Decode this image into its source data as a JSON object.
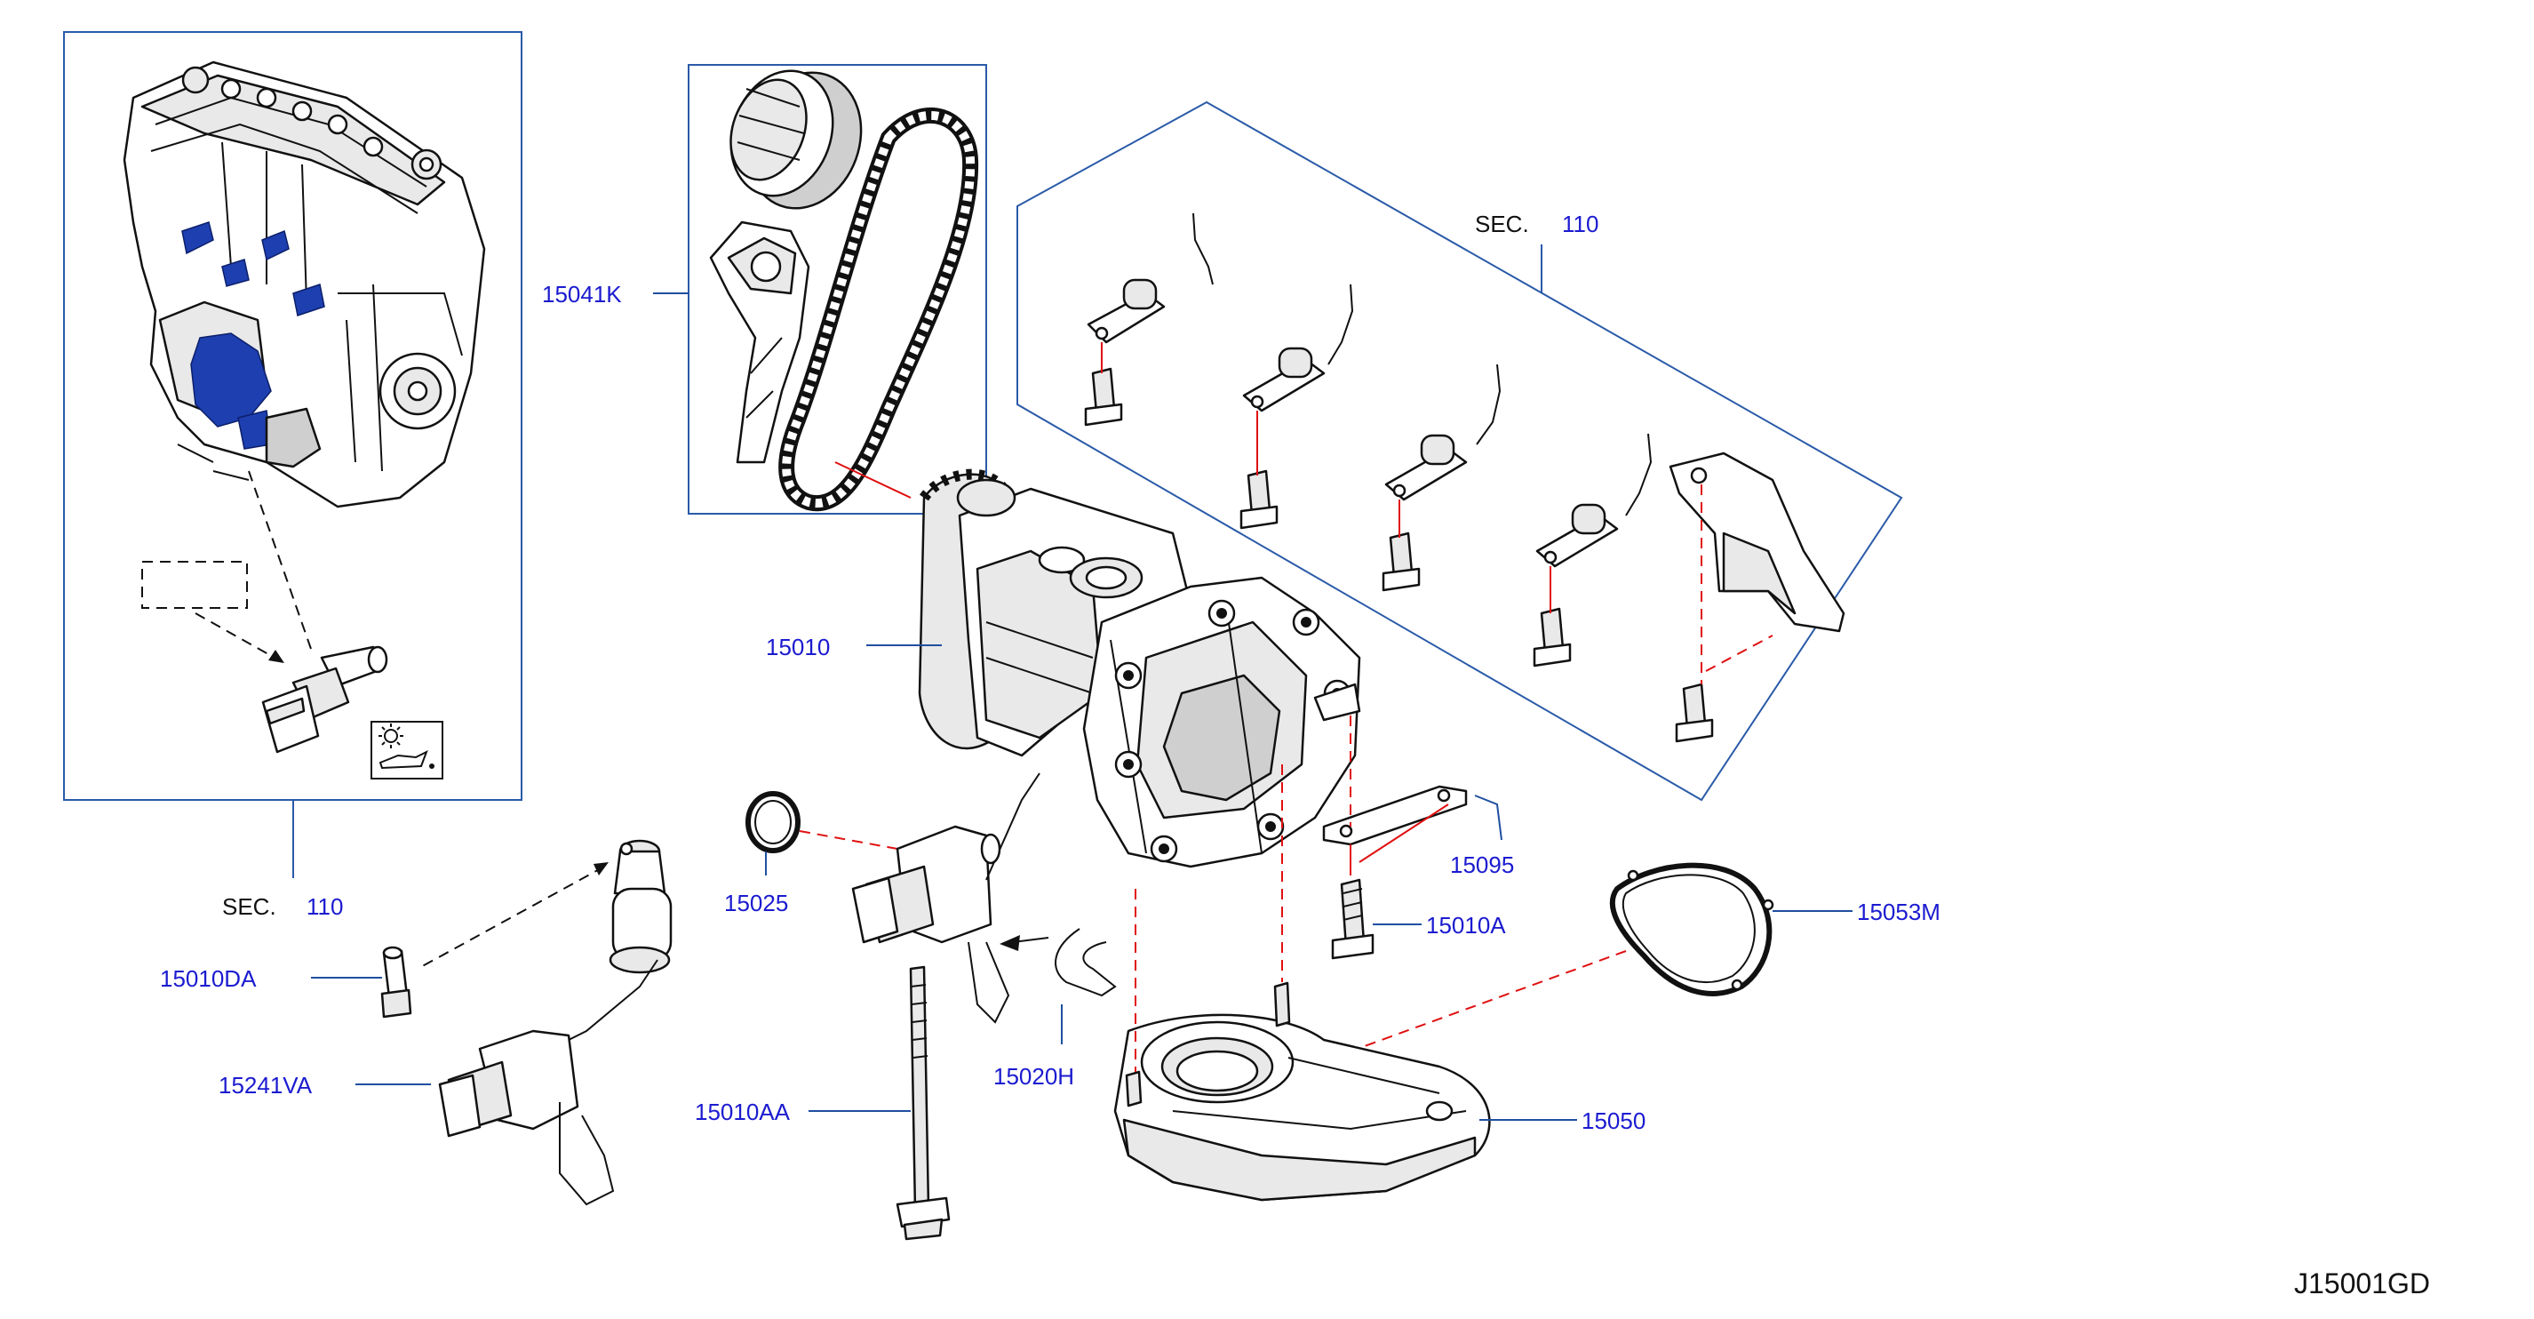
{
  "diagram_code": "J15001GD",
  "sections": [
    {
      "prefix": "SEC.",
      "number": "110"
    },
    {
      "prefix": "SEC.",
      "number": "110"
    }
  ],
  "part_numbers": {
    "chain": "15041K",
    "oil_pump": "15010",
    "plate": "15095",
    "bolt_a": "15010A",
    "gasket": "15053M",
    "strainer": "15050",
    "clip": "15020H",
    "bolt_aa": "15010AA",
    "o_ring": "15025",
    "bolt_da": "15010DA",
    "solenoid_valve": "15241VA"
  },
  "icons": {
    "oil_pressure": "oil-pressure-warning-icon",
    "colors": {
      "label": "#1b1bd0",
      "leader": "#1f4fa0",
      "callout": "#e01010"
    }
  }
}
